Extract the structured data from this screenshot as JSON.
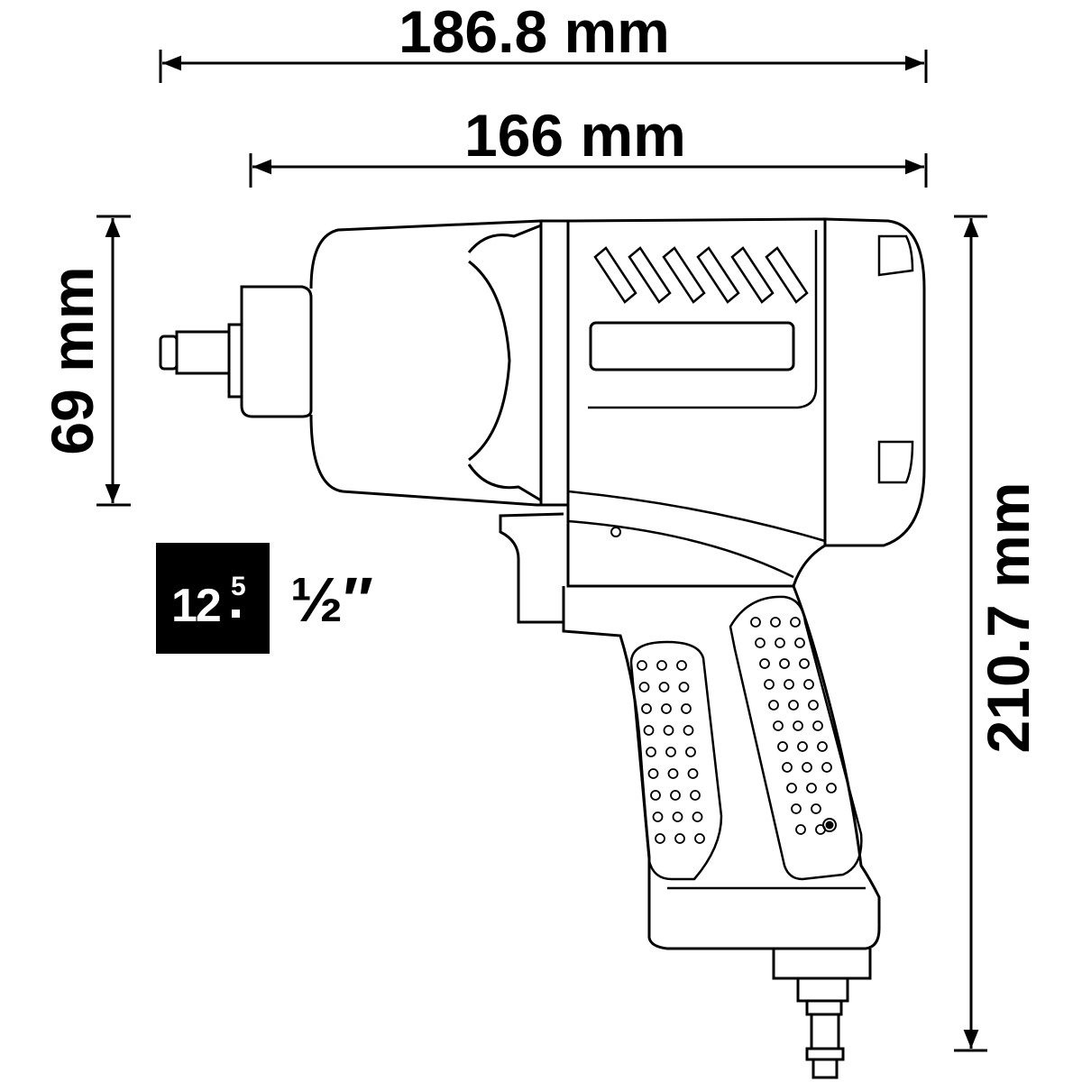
{
  "dimensions": {
    "overall_length": "186.8 mm",
    "body_length": "166 mm",
    "head_height": "69 mm",
    "overall_height": "210.7 mm"
  },
  "drive_badge": {
    "metric_main": "12",
    "metric_decimal": "5",
    "imperial": "½″"
  },
  "colors": {
    "line": "#000000",
    "background": "#ffffff"
  }
}
